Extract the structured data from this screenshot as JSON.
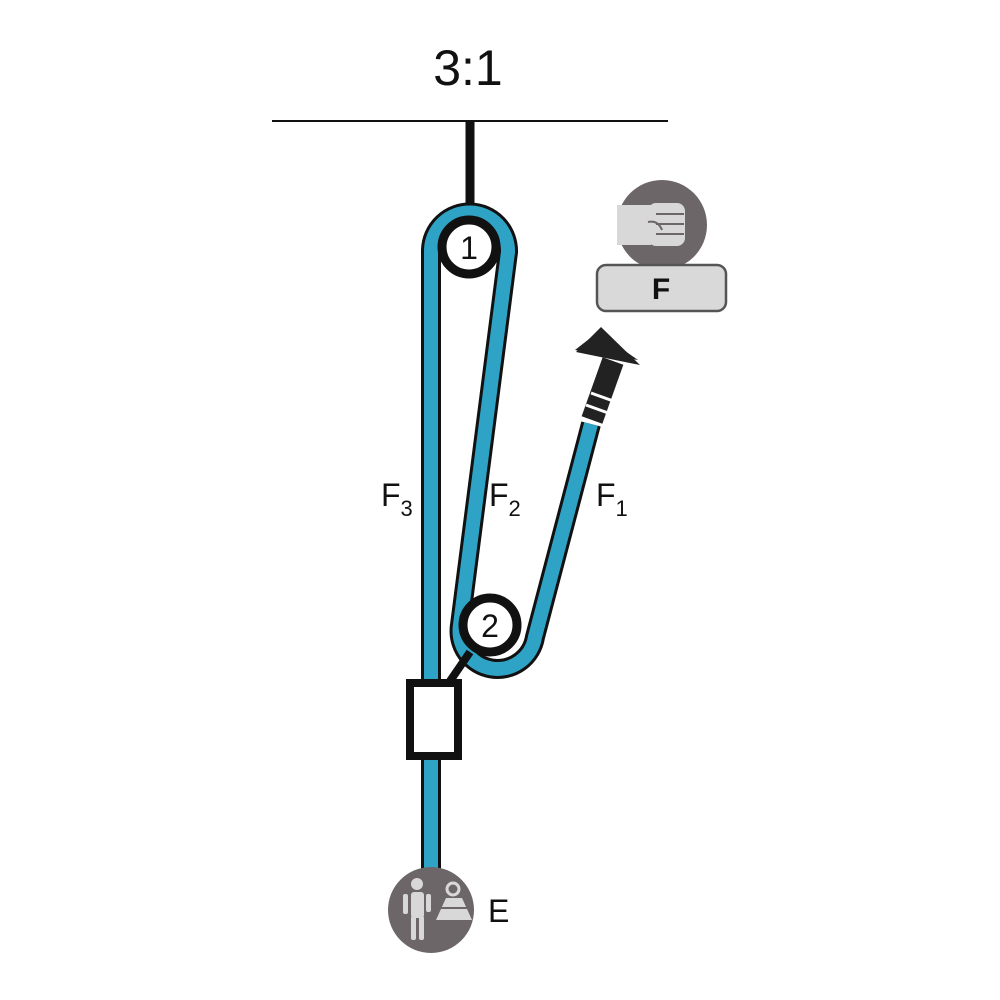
{
  "title": "3:1",
  "pulleys": [
    {
      "number": "1"
    },
    {
      "number": "2"
    }
  ],
  "rope_segments": [
    {
      "label": "F",
      "subscript": "3"
    },
    {
      "label": "F",
      "subscript": "2"
    },
    {
      "label": "F",
      "subscript": "1"
    }
  ],
  "pull_force": {
    "label": "F",
    "icon": "fist-icon"
  },
  "load": {
    "label": "E",
    "icon": "rescuer-with-victim-icon"
  },
  "colors": {
    "rope": "#2fa3c6",
    "outline": "#111111",
    "icon_circle": "#6d6668",
    "force_box": "#d9d9d9",
    "force_box_border": "#555555"
  }
}
